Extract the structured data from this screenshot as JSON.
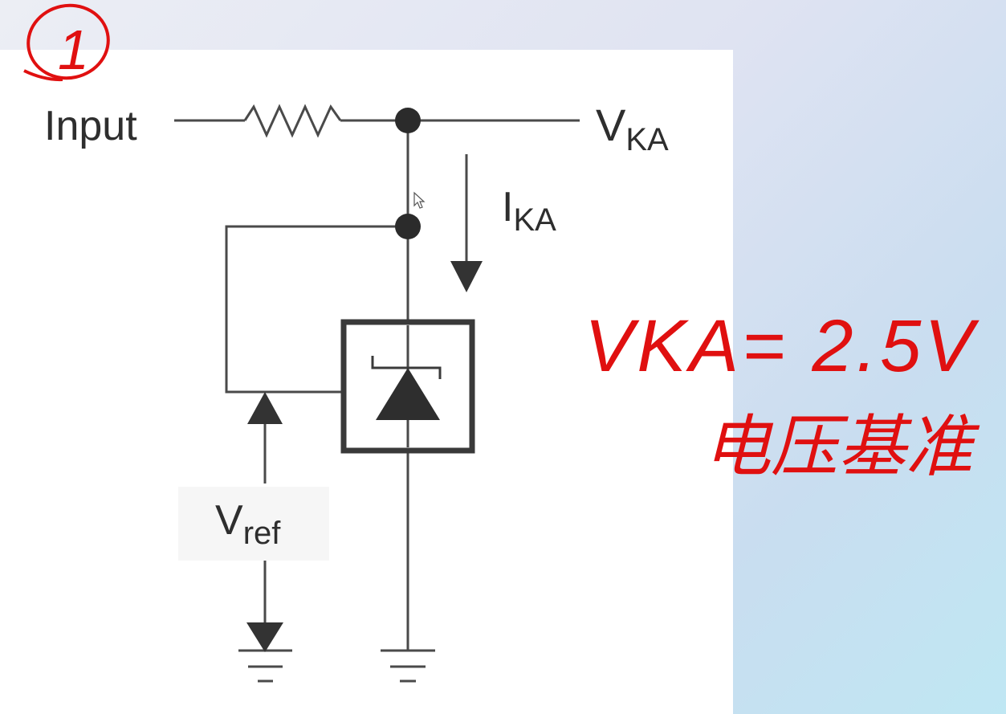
{
  "circuit": {
    "input_label": "Input",
    "vka_label": {
      "main": "V",
      "sub": "KA"
    },
    "ika_label": {
      "main": "I",
      "sub": "KA"
    },
    "vref_label": {
      "main": "V",
      "sub": "ref"
    }
  },
  "handwriting": {
    "marker": "1",
    "line1": "VKA= 2.5V",
    "line2": "电压基准"
  },
  "colors": {
    "wire": "#4a4a4a",
    "node": "#2b2b2b",
    "ink": "#e01010",
    "panel": "#ffffff"
  }
}
